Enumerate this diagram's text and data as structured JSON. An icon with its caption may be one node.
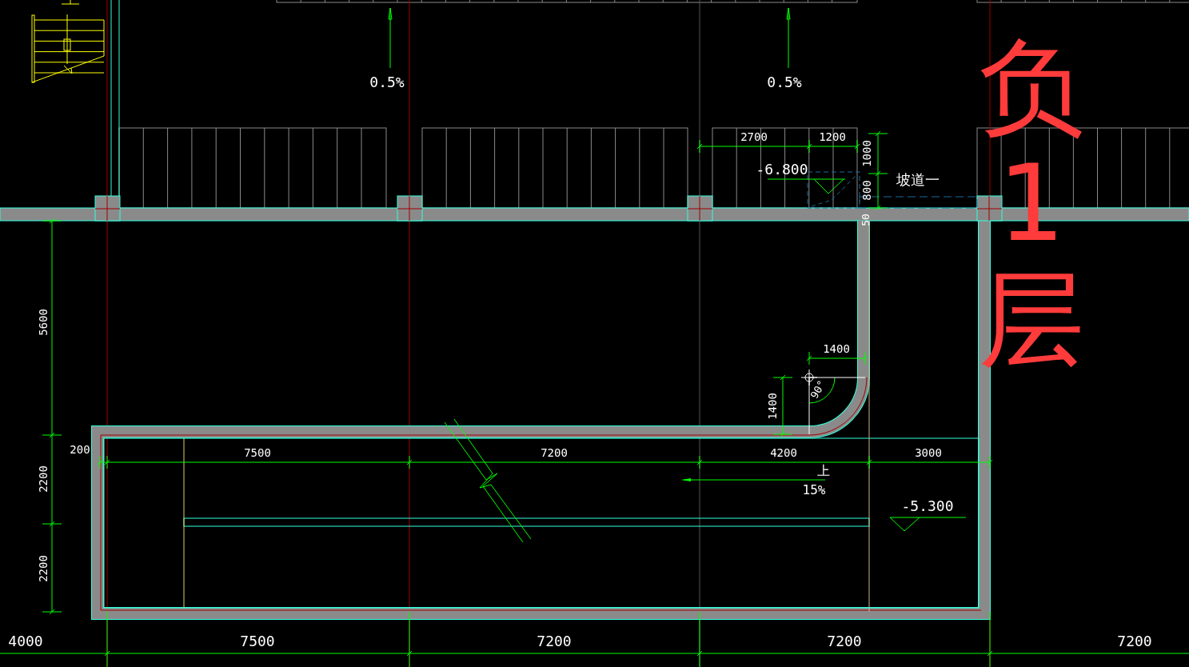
{
  "diagram": {
    "labels": [
      "0.5%",
      "0.5%",
      "负1层",
      "2700",
      "1200",
      "1000",
      "-6.800",
      "坡道一",
      "800",
      "50",
      "5600",
      "1400",
      "90°",
      "1400",
      "200",
      "7500",
      "7200",
      "4200",
      "3000",
      "上",
      "15%",
      "-5.300",
      "2200",
      "2200",
      "4000",
      "7500",
      "7200",
      "7200",
      "7200"
    ]
  }
}
